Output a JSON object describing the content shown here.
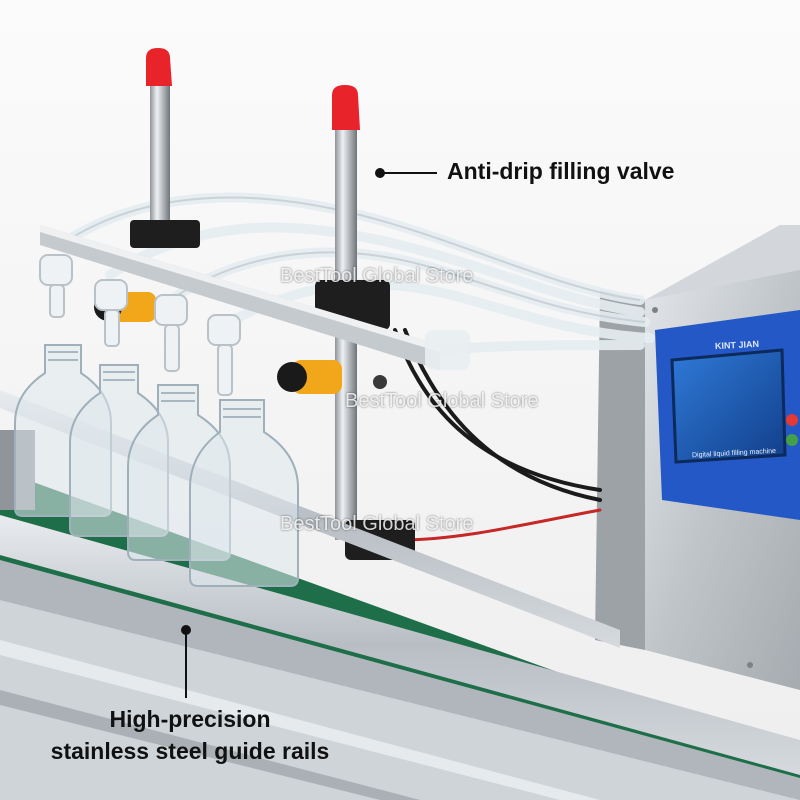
{
  "callouts": {
    "valve": "Anti-drip filling valve",
    "rails_line1": "High-precision",
    "rails_line2": "stainless steel guide rails"
  },
  "watermark": "BestTool Global Store",
  "control_panel": {
    "brand_text": "KINT JIAN",
    "note_text": "Digital liquid filling machine"
  },
  "colors": {
    "belt": "#1f6e4a",
    "rail": "#c9ced3",
    "cap": "#e8232a",
    "screen": "#1d5fb8",
    "cabinet": "#c2c6ca",
    "panel": "#2458c6"
  }
}
